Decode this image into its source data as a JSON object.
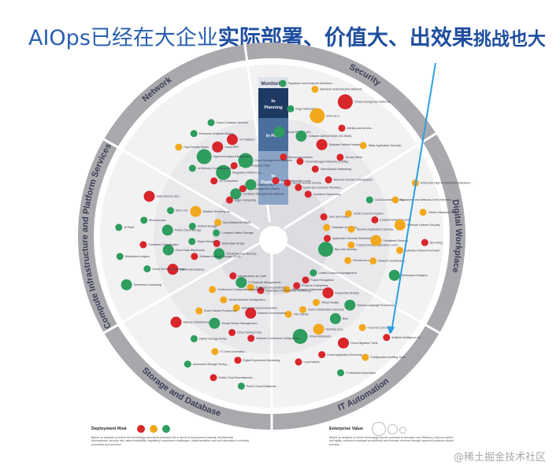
{
  "headline": {
    "part1": "AIOps已经在大企业",
    "part2": "实际部署、价值大、出效果",
    "part3": "挑战也大"
  },
  "center_phases": [
    {
      "label_lines": [
        "In",
        "Planning"
      ],
      "color": "#1e3a63"
    },
    {
      "label_lines": [
        "In Pilot"
      ],
      "color": "#4a6f9c"
    },
    {
      "label_lines": [
        "In",
        "Deployment"
      ],
      "color": "#8aa4c8"
    }
  ],
  "top_phase_label": "Monitoring",
  "segments": [
    {
      "name": "Network"
    },
    {
      "name": "Security"
    },
    {
      "name": "Digital Workplace"
    },
    {
      "name": "IT Automation"
    },
    {
      "name": "Storage and Database"
    },
    {
      "name": "Compute Infrastructure and Platform Services"
    }
  ],
  "technologies": [
    {
      "label": "Virtual eXtensible Local Area Network (VXLAN)",
      "risk": "red",
      "size": "s"
    },
    {
      "label": "Secure Access Service Edge (SASE)",
      "risk": "red",
      "size": "s"
    },
    {
      "label": "Universal Customer Premises Equipment (uCPE)",
      "risk": "red",
      "size": "s"
    },
    {
      "label": "Container Networking",
      "risk": "red",
      "size": "s"
    },
    {
      "label": "Microsegmentation",
      "risk": "red",
      "size": "s"
    },
    {
      "label": "Cloud-Managed Networks (CMNs)",
      "risk": "red",
      "size": "s"
    },
    {
      "label": "Intent-Based Networking",
      "risk": "red",
      "size": "s"
    },
    {
      "label": "Network Function Virtualization",
      "risk": "red",
      "size": "s"
    },
    {
      "label": "Virtual Private LAN Services (VPLS)",
      "risk": "green",
      "size": "m"
    },
    {
      "label": "Software-Defined WAN (SD-WAN)",
      "risk": "green",
      "size": "m"
    },
    {
      "label": "Software Defined Networking",
      "risk": "red",
      "size": "m"
    },
    {
      "label": "Service Mesh",
      "risk": "red",
      "size": "s"
    },
    {
      "label": "Edge Networking",
      "risk": "green",
      "size": "s"
    },
    {
      "label": "Wi-Fi as a Primary Network",
      "risk": "yellow",
      "size": "l"
    },
    {
      "label": "Identity and Access Management as a Service (IDaaS)",
      "risk": "red",
      "size": "s"
    },
    {
      "label": "Static Application Security Testing (SAST)",
      "risk": "yellow",
      "size": "s"
    },
    {
      "label": "Signature-Less Endpoint Detection or Protection",
      "risk": "green",
      "size": "s"
    },
    {
      "label": "Biometric Authentication Methods",
      "risk": "yellow",
      "size": "s"
    },
    {
      "label": "Threat Intelligence Platforms",
      "risk": "red",
      "size": "l"
    },
    {
      "label": "User and Entity Behavior Analytics",
      "risk": "red",
      "size": "s"
    },
    {
      "label": "Database Audit and Protection",
      "risk": "yellow",
      "size": "s"
    },
    {
      "label": "Application Security Orchestration and Correlation (ASOC)",
      "risk": "red",
      "size": "s"
    },
    {
      "label": "Big Data Security Analytics",
      "risk": "green",
      "size": "l"
    },
    {
      "label": "Folder Level Encryption",
      "risk": "yellow",
      "size": "s"
    },
    {
      "label": "Dynamic Application Security Testing (DAST)",
      "risk": "yellow",
      "size": "s"
    },
    {
      "label": "Cryptocurrency Application Level Detection or Protection",
      "risk": "yellow",
      "size": "s"
    },
    {
      "label": "Firewall as a Service",
      "risk": "yellow",
      "size": "s"
    },
    {
      "label": "Cloud Access Security Brokers (CASBs)",
      "risk": "green",
      "size": "s"
    },
    {
      "label": "Endpoint Detection and Response (EDR)",
      "risk": "red",
      "size": "s"
    },
    {
      "label": "Virtualized Firewalls",
      "risk": "yellow",
      "size": "m"
    },
    {
      "label": "Network Sandboxing",
      "risk": "yellow",
      "size": "s"
    },
    {
      "label": "Signature-Less Network-Level Detection or Protection",
      "risk": "yellow",
      "size": "s"
    },
    {
      "label": "Software Defined Security",
      "risk": "yellow",
      "size": "m"
    },
    {
      "label": "Software-Defined Perimeter",
      "risk": "yellow",
      "size": "s"
    },
    {
      "label": "Workspace Analytics",
      "risk": "green",
      "size": "m"
    },
    {
      "label": "Enterprise High-Productivity Application Platform as a Service",
      "risk": "yellow",
      "size": "s"
    },
    {
      "label": "Citizen Integrator Tools",
      "risk": "yellow",
      "size": "s"
    },
    {
      "label": "Bot Hiring",
      "risk": "red",
      "size": "s"
    },
    {
      "label": "Unified Endpoint Management",
      "risk": "green",
      "size": "s"
    },
    {
      "label": "Facial Recognition",
      "risk": "red",
      "size": "s"
    },
    {
      "label": "Email for Enterprises",
      "risk": "red",
      "size": "s"
    },
    {
      "label": "Workstream Collaboration Tools",
      "risk": "yellow",
      "size": "s"
    },
    {
      "label": "Augmented Reality",
      "risk": "red",
      "size": "m"
    },
    {
      "label": "Virtual Reality",
      "risk": "yellow",
      "size": "s"
    },
    {
      "label": "Team Collaboration Services",
      "risk": "yellow",
      "size": "s"
    },
    {
      "label": "Thin Clients",
      "risk": "yellow",
      "size": "s"
    },
    {
      "label": "Natural Language Processing",
      "risk": "green",
      "size": "m"
    },
    {
      "label": "Bots",
      "risk": "green",
      "size": "m"
    },
    {
      "label": "Desktop as a Service (DaaS)",
      "risk": "yellow",
      "size": "m"
    },
    {
      "label": "Virtual Assistants",
      "risk": "green",
      "size": "l"
    },
    {
      "label": "Cloud UC (UCaaS)",
      "risk": "yellow",
      "size": "s"
    },
    {
      "label": "Cloud Migration Tools",
      "risk": "red",
      "size": "m"
    },
    {
      "label": "Cloud Application Discovery",
      "risk": "red",
      "size": "s"
    },
    {
      "label": "Log Analysis",
      "risk": "red",
      "size": "s"
    },
    {
      "label": "Artificial Intelligence for IT Operations (AIOps) Platforms",
      "risk": "red",
      "size": "s"
    },
    {
      "label": "Configuration Auditing Tools",
      "risk": "yellow",
      "size": "s"
    },
    {
      "label": "IT Workload Automation",
      "risk": "green",
      "size": "s"
    },
    {
      "label": "Application Performance Monitoring (APM)",
      "risk": "red",
      "size": "s"
    },
    {
      "label": "IT Service Dependency Mapping Tools",
      "risk": "yellow",
      "size": "s"
    },
    {
      "label": "IT Financial Management Tools",
      "risk": "green",
      "size": "m"
    },
    {
      "label": "Infrastructure as Code",
      "risk": "red",
      "size": "s"
    },
    {
      "label": "Network Orchestration",
      "risk": "red",
      "size": "m"
    },
    {
      "label": "Robotic Process Automation",
      "risk": "yellow",
      "size": "s"
    },
    {
      "label": "Virtual Network Configuration Automation",
      "risk": "yellow",
      "size": "s"
    },
    {
      "label": "Continuous Configuration Automation Tools",
      "risk": "yellow",
      "size": "s"
    },
    {
      "label": "Network Continuous Configuration and Change Management (NCCM)",
      "risk": "red",
      "size": "s"
    },
    {
      "label": "Cloud Testing Tools and Services",
      "risk": "red",
      "size": "s"
    },
    {
      "label": "Virtual Stream Management (VSM)",
      "risk": "green",
      "size": "m"
    },
    {
      "label": "Event Stream Processing",
      "risk": "yellow",
      "size": "s"
    },
    {
      "label": "Digital Experience Monitoring (DEM)",
      "risk": "red",
      "size": "s"
    },
    {
      "label": "IT Event Correlation and Analysis Tools",
      "risk": "yellow",
      "size": "s"
    },
    {
      "label": "Hybrid Storage Arrays",
      "risk": "green",
      "size": "s"
    },
    {
      "label": "Hadoop Distributions",
      "risk": "red",
      "size": "m"
    },
    {
      "label": "Public Cloud Relational Databases",
      "risk": "green",
      "size": "s"
    },
    {
      "label": "Public Cloud Nonrelational Databases",
      "risk": "red",
      "size": "s"
    },
    {
      "label": "Automated Storage Tiering (Auto-Tiering)",
      "risk": "green",
      "size": "s"
    },
    {
      "label": "Virtual Machine Backup and Recovery",
      "risk": "green",
      "size": "m"
    },
    {
      "label": "Solid-State Arrays",
      "risk": "red",
      "size": "s"
    },
    {
      "label": "Container-Native Storage",
      "risk": "green",
      "size": "s"
    },
    {
      "label": "Non-Relational DBMS",
      "risk": "yellow",
      "size": "s"
    },
    {
      "label": "Software-Defined Storage (SDS)",
      "risk": "red",
      "size": "s"
    },
    {
      "label": "Object Storage",
      "risk": "green",
      "size": "s"
    },
    {
      "label": "Unified Storage",
      "risk": "green",
      "size": "s"
    },
    {
      "label": "Disaster Recovery as a Service (DRaaS)",
      "risk": "yellow",
      "size": "m"
    },
    {
      "label": "Cloud Data Backup",
      "risk": "red",
      "size": "m"
    },
    {
      "label": "Cloud Data Warehouse",
      "risk": "green",
      "size": "m"
    },
    {
      "label": "Public Cloud Storage",
      "risk": "green",
      "size": "m"
    },
    {
      "label": "Micro OS",
      "risk": "green",
      "size": "s"
    },
    {
      "label": "Cloud Services Brokerage (CSB)",
      "risk": "green",
      "size": "s"
    },
    {
      "label": "Container Orchestration",
      "risk": "red",
      "size": "s"
    },
    {
      "label": "Microservices",
      "risk": "green",
      "size": "s"
    },
    {
      "label": "Data Science and Machine-Learning Platforms",
      "risk": "red",
      "size": "m"
    },
    {
      "label": "Serverless Computing",
      "risk": "green",
      "size": "m"
    },
    {
      "label": "Distributed Ledgers",
      "risk": "green",
      "size": "s"
    },
    {
      "label": "AI PaaS",
      "risk": "green",
      "size": "s"
    },
    {
      "label": "Edge Computing",
      "risk": "red",
      "size": "s"
    },
    {
      "label": "Container Management Software",
      "risk": "green",
      "size": "m"
    },
    {
      "label": "API Management (PaaS)",
      "risk": "red",
      "size": "s"
    },
    {
      "label": "Platform as a Service (PaaS)",
      "risk": "green",
      "size": "m"
    },
    {
      "label": "I/O Companies",
      "risk": "red",
      "size": "s"
    },
    {
      "label": "Integration Platform as a Service (iPaaS)",
      "risk": "green",
      "size": "l"
    },
    {
      "label": "Business Analytics PaaS",
      "risk": "red",
      "size": "s"
    },
    {
      "label": "Cloud Management Platforms",
      "risk": "green",
      "size": "l"
    },
    {
      "label": "In-Memory Computing (IMC)",
      "risk": "green",
      "size": "s"
    },
    {
      "label": "Hyperconverged Infrastructure",
      "risk": "green",
      "size": "l"
    },
    {
      "label": "Cloud ERP",
      "risk": "red",
      "size": "m"
    },
    {
      "label": "IoT Platform",
      "risk": "red",
      "size": "m"
    },
    {
      "label": "High-Density Racks",
      "risk": "yellow",
      "size": "s"
    },
    {
      "label": "Enterprise Endpoint Backup",
      "risk": "green",
      "size": "s"
    },
    {
      "label": "Cloud Container Services",
      "risk": "green",
      "size": "s"
    }
  ],
  "legend": {
    "risk_title": "Deployment Risk",
    "risk_desc": "Based on analysis of where the technology represents potential risk in terms of deployment maturity, architectural fit/complexity, security risk, talent availability, regulatory compliance challenges, implementation cost and disruption to existing processes and services",
    "risk_colors": [
      "#d8262b",
      "#f2a81d",
      "#2e9d5e"
    ],
    "value_title": "Enterprise Value",
    "value_desc": "Based on analysis of where technology has the potential to increase cost efficiency, improve speed and agility, enhance employee productivity and increase revenue through improved products and/or services"
  },
  "watermark": "@稀土掘金技术社区",
  "colors": {
    "arrow": "#2b9fe0",
    "wheel_outer": "#a9a9ad",
    "wheel_inner": "#f2f2f3",
    "segment_line": "#ffffff"
  }
}
